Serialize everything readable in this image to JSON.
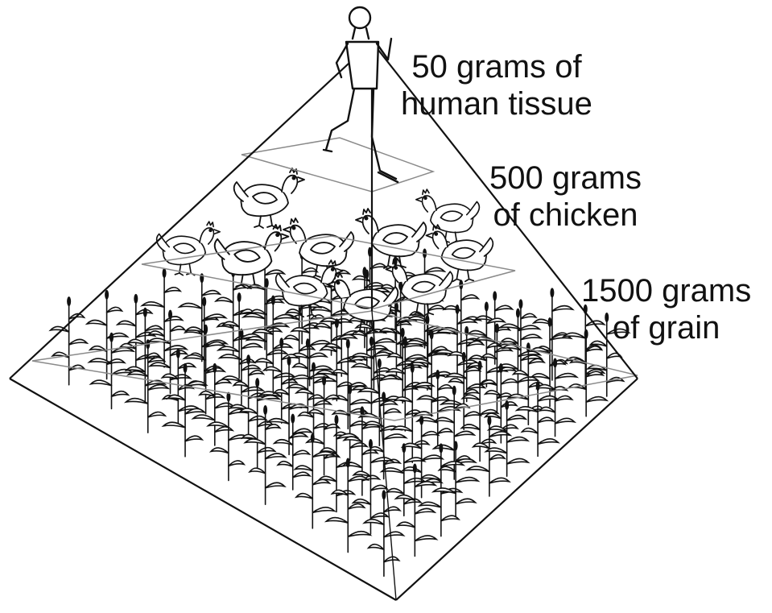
{
  "colors": {
    "ink": "#111111",
    "paper": "#ffffff",
    "level_line": "#8a8a8a"
  },
  "levels": [
    {
      "name": "human",
      "amount_line1": "50 grams of",
      "amount_line2": "human tissue"
    },
    {
      "name": "chicken",
      "amount_line1": "500 grams",
      "amount_line2": "of chicken"
    },
    {
      "name": "grain",
      "amount_line1": "1500 grams",
      "amount_line2": "of grain"
    }
  ]
}
